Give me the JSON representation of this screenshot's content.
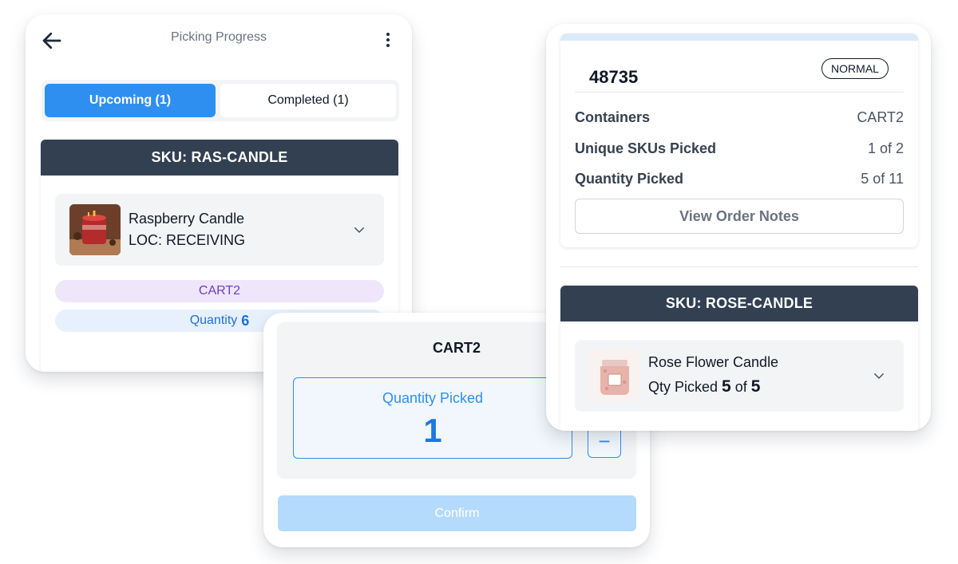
{
  "picking": {
    "title": "Picking Progress",
    "tabs": [
      {
        "label": "Upcoming (1)",
        "active": true
      },
      {
        "label": "Completed (1)",
        "active": false
      }
    ],
    "sku_header": "SKU: RAS-CANDLE",
    "item": {
      "name": "Raspberry Candle",
      "location": "LOC: RECEIVING",
      "image_icon": "candle-thumbnail"
    },
    "container_pill": "CART2",
    "quantity_pill": {
      "label": "Quantity",
      "value": "6"
    }
  },
  "picker": {
    "container": "CART2",
    "quantity_label": "Quantity Picked",
    "quantity_value": "1",
    "minus_symbol": "−",
    "confirm_label": "Confirm"
  },
  "order": {
    "number": "48735",
    "priority": "NORMAL",
    "rows": [
      {
        "label": "Containers",
        "value": "CART2"
      },
      {
        "label": "Unique SKUs Picked",
        "value": "1 of 2"
      },
      {
        "label": "Quantity Picked",
        "value": "5 of 11"
      }
    ],
    "notes_button": "View Order Notes",
    "sku_header": "SKU: ROSE-CANDLE",
    "item": {
      "name": "Rose Flower Candle",
      "qty_prefix": "Qty Picked",
      "picked": "5",
      "of": "of",
      "total": "5",
      "image_icon": "candle-jar-thumbnail"
    }
  },
  "colors": {
    "accent": "#2f8ff0",
    "header_dark": "#324052",
    "confirm_disabled": "#b4dafc",
    "cart_pill_bg": "#efe6fb",
    "qty_pill_bg": "#e7f1fd"
  }
}
